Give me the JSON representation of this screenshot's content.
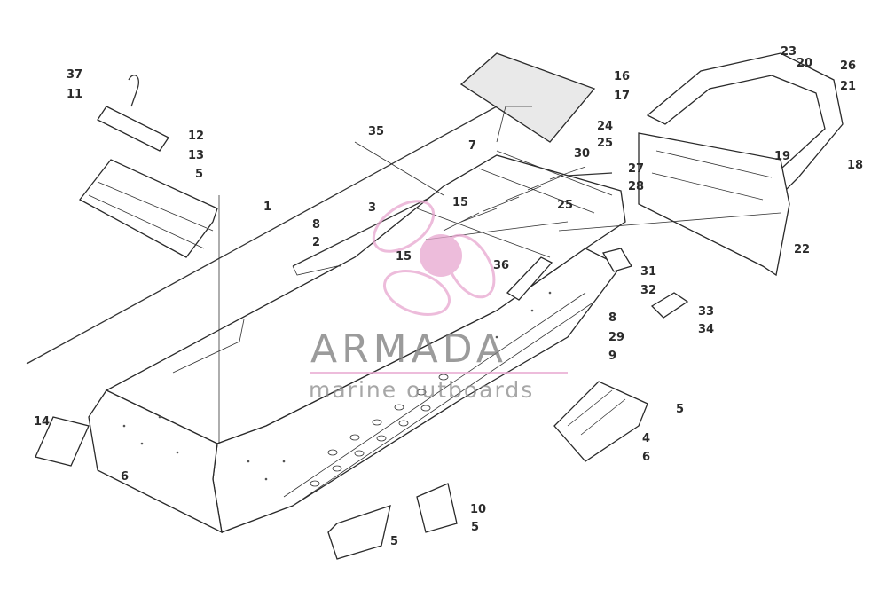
{
  "watermark": {
    "brand": "ARMADA",
    "tagline": "marine outboards",
    "logo_color": "#e8a6cf"
  },
  "callouts": [
    {
      "id": "c37a",
      "text": "37"
    },
    {
      "id": "c11",
      "text": "11"
    },
    {
      "id": "c12",
      "text": "12"
    },
    {
      "id": "c13",
      "text": "13"
    },
    {
      "id": "c5a",
      "text": "5"
    },
    {
      "id": "c1",
      "text": "1"
    },
    {
      "id": "c35",
      "text": "35"
    },
    {
      "id": "c3",
      "text": "3"
    },
    {
      "id": "c8a",
      "text": "8"
    },
    {
      "id": "c2",
      "text": "2"
    },
    {
      "id": "c15a",
      "text": "15"
    },
    {
      "id": "c15b",
      "text": "15"
    },
    {
      "id": "c7",
      "text": "7"
    },
    {
      "id": "c16",
      "text": "16"
    },
    {
      "id": "c17",
      "text": "17"
    },
    {
      "id": "c23",
      "text": "23"
    },
    {
      "id": "c20",
      "text": "20"
    },
    {
      "id": "c26",
      "text": "26"
    },
    {
      "id": "c21",
      "text": "21"
    },
    {
      "id": "c24",
      "text": "24"
    },
    {
      "id": "c25a",
      "text": "25"
    },
    {
      "id": "c30",
      "text": "30"
    },
    {
      "id": "c27",
      "text": "27"
    },
    {
      "id": "c28",
      "text": "28"
    },
    {
      "id": "c25b",
      "text": "25"
    },
    {
      "id": "c19",
      "text": "19"
    },
    {
      "id": "c18",
      "text": "18"
    },
    {
      "id": "c22",
      "text": "22"
    },
    {
      "id": "c36",
      "text": "36"
    },
    {
      "id": "c31",
      "text": "31"
    },
    {
      "id": "c32",
      "text": "32"
    },
    {
      "id": "c33",
      "text": "33"
    },
    {
      "id": "c34",
      "text": "34"
    },
    {
      "id": "c8b",
      "text": "8"
    },
    {
      "id": "c29",
      "text": "29"
    },
    {
      "id": "c9",
      "text": "9"
    },
    {
      "id": "c14",
      "text": "14"
    },
    {
      "id": "c6a",
      "text": "6"
    },
    {
      "id": "c5b",
      "text": "5"
    },
    {
      "id": "c4",
      "text": "4"
    },
    {
      "id": "c6b",
      "text": "6"
    },
    {
      "id": "c10",
      "text": "10"
    },
    {
      "id": "c5c",
      "text": "5"
    },
    {
      "id": "c5d",
      "text": "5"
    }
  ]
}
